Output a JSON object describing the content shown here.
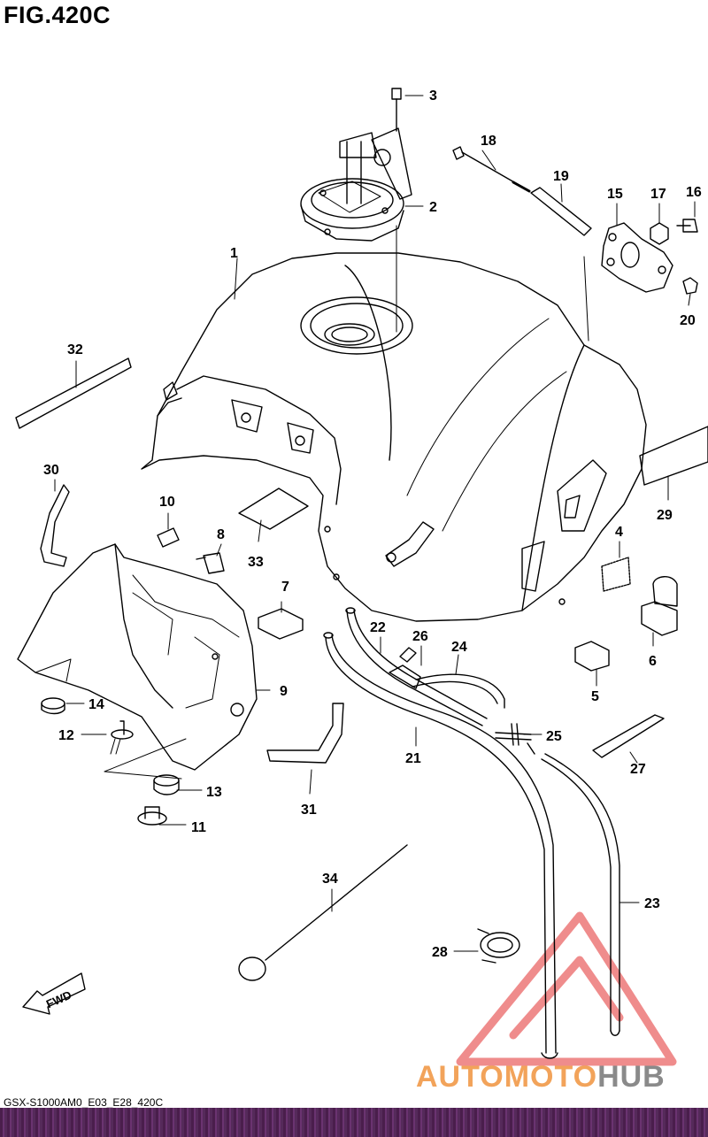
{
  "figure_title": "FIG.420C",
  "footer_code": "GSX-S1000AM0_E03_E28_420C",
  "fwd_label": "FWD",
  "watermark": {
    "part1": "AUTOMOTO",
    "part2": "HUB",
    "color1": "#f2a35a",
    "color2": "#8a8a8a",
    "triangle_color": "#e85050"
  },
  "callouts": [
    "1",
    "2",
    "3",
    "4",
    "5",
    "6",
    "7",
    "8",
    "9",
    "10",
    "11",
    "12",
    "13",
    "14",
    "15",
    "16",
    "17",
    "18",
    "19",
    "20",
    "21",
    "22",
    "23",
    "24",
    "25",
    "26",
    "27",
    "28",
    "29",
    "30",
    "31",
    "32",
    "33",
    "34"
  ]
}
